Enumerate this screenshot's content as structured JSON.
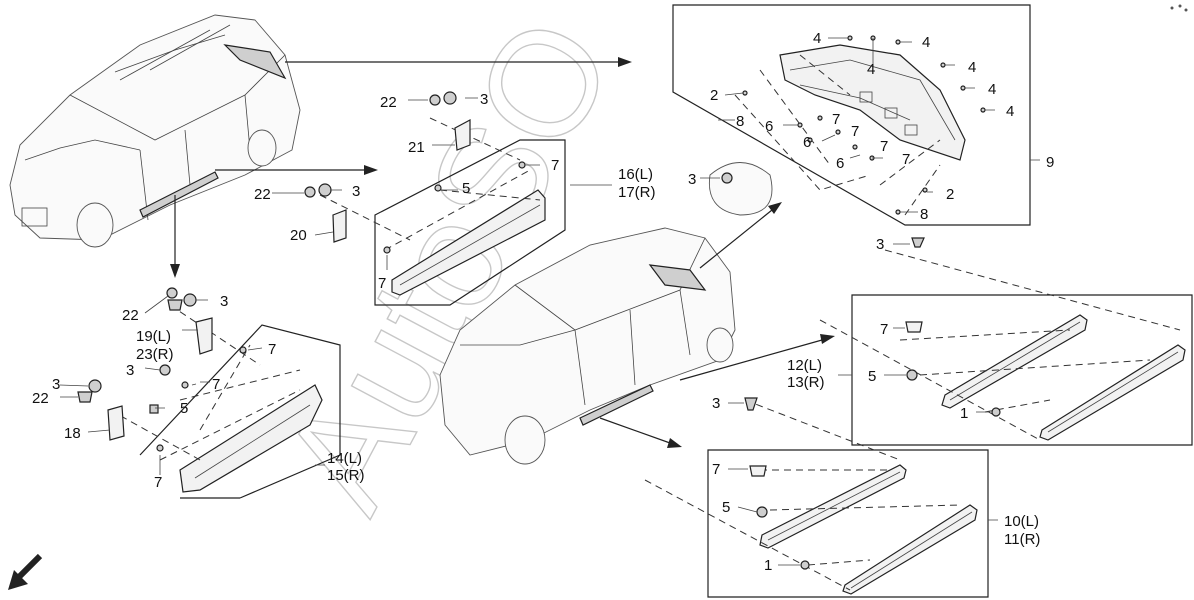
{
  "diagram": {
    "watermark": "AutoSO",
    "labels": {
      "p22a": "22",
      "p3a": "3",
      "p21": "21",
      "p22b": "22",
      "p3b": "3",
      "p20": "20",
      "p5a": "5",
      "p7a": "7",
      "p7b": "7",
      "p16_17": "16(L)\n17(R)",
      "p22c": "22",
      "p3c": "3",
      "p19_23": "19(L)\n23(R)",
      "p7c": "7",
      "p3d": "3",
      "p7d": "7",
      "p5b": "5",
      "p3e": "3",
      "p22d": "22",
      "p18": "18",
      "p7e": "7",
      "p14_15": "14(L)\n15(R)",
      "p4a": "4",
      "p4b": "4",
      "p4c": "4",
      "p4d": "4",
      "p4e": "4",
      "p4f": "4",
      "p2a": "2",
      "p8a": "8",
      "p6a": "6",
      "p6b": "6",
      "p6c": "6",
      "p7f": "7",
      "p7g": "7",
      "p7h": "7",
      "p7i": "7",
      "p3f": "3",
      "p2b": "2",
      "p8b": "8",
      "p9": "9",
      "p3g": "3",
      "p7j": "7",
      "p5c": "5",
      "p1a": "1",
      "p12_13": "12(L)\n13(R)",
      "p3h": "3",
      "p7k": "7",
      "p5d": "5",
      "p1b": "1",
      "p10_11": "10(L)\n11(R)"
    }
  }
}
